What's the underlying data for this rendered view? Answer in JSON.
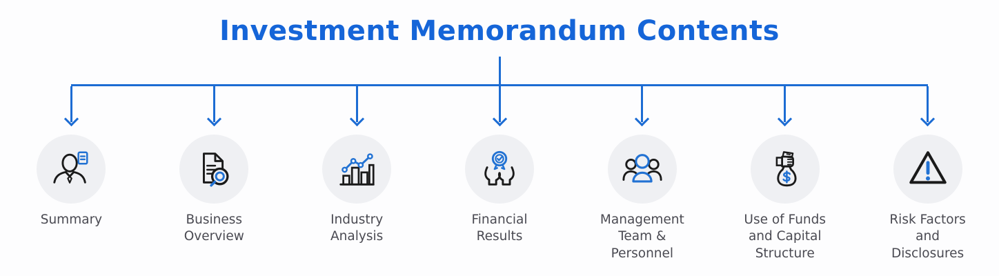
{
  "title": {
    "text": "Investment Memorandum Contents"
  },
  "colors": {
    "title": "#1565d8",
    "accent": "#1c6cd3",
    "icon_black": "#1a1a1a",
    "icon_blue": "#2272d3",
    "circle_bg": "#eff0f3",
    "label": "#4a4a52",
    "background": "#fdfdfe"
  },
  "items": [
    {
      "label": "Summary",
      "icon": "person-document-icon"
    },
    {
      "label": "Business\nOverview",
      "icon": "document-magnifier-icon"
    },
    {
      "label": "Industry\nAnalysis",
      "icon": "bar-chart-trend-icon"
    },
    {
      "label": "Financial\nResults",
      "icon": "hands-award-icon"
    },
    {
      "label": "Management\nTeam &\nPersonnel",
      "icon": "team-icon"
    },
    {
      "label": "Use of Funds\nand Capital\nStructure",
      "icon": "money-bag-hand-icon"
    },
    {
      "label": "Risk Factors\nand\nDisclosures",
      "icon": "warning-triangle-icon"
    }
  ]
}
